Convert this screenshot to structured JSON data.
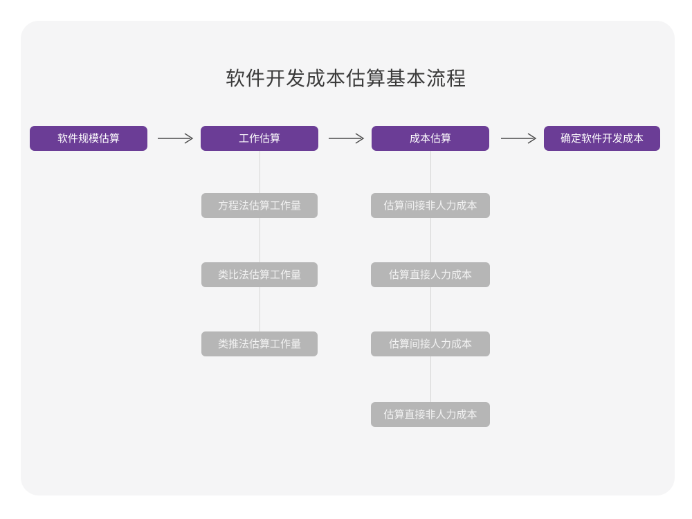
{
  "title": "软件开发成本估算基本流程",
  "colors": {
    "page_background": "#ffffff",
    "panel_background": "#f5f5f6",
    "primary_node": "#6b3d96",
    "primary_node_text": "#ffffff",
    "secondary_node": "#b6b6b6",
    "secondary_node_text": "#f2f2f2",
    "title_text": "#3b3b3b",
    "arrow": "#4a4a4a",
    "connector": "#d6d6d6"
  },
  "chart_data": {
    "type": "diagram",
    "title": "软件开发成本估算基本流程",
    "orientation": "left-to-right main flow with vertical sub-steps",
    "stages": [
      {
        "id": "stage-1",
        "label": "软件规模估算",
        "level": "primary",
        "substeps": []
      },
      {
        "id": "stage-2",
        "label": "工作估算",
        "level": "primary",
        "substeps": [
          {
            "id": "stage-2-sub-1",
            "label": "方程法估算工作量",
            "level": "secondary"
          },
          {
            "id": "stage-2-sub-2",
            "label": "类比法估算工作量",
            "level": "secondary"
          },
          {
            "id": "stage-2-sub-3",
            "label": "类推法估算工作量",
            "level": "secondary"
          }
        ]
      },
      {
        "id": "stage-3",
        "label": "成本估算",
        "level": "primary",
        "substeps": [
          {
            "id": "stage-3-sub-1",
            "label": "估算间接非人力成本",
            "level": "secondary"
          },
          {
            "id": "stage-3-sub-2",
            "label": "估算直接人力成本",
            "level": "secondary"
          },
          {
            "id": "stage-3-sub-3",
            "label": "估算间接人力成本",
            "level": "secondary"
          },
          {
            "id": "stage-3-sub-4",
            "label": "估算直接非人力成本",
            "level": "secondary"
          }
        ]
      },
      {
        "id": "stage-4",
        "label": "确定软件开发成本",
        "level": "primary",
        "substeps": []
      }
    ],
    "arrows": [
      {
        "id": "arrow-1",
        "from": "stage-1",
        "to": "stage-2",
        "glyph": "right-arrow-icon"
      },
      {
        "id": "arrow-2",
        "from": "stage-2",
        "to": "stage-3",
        "glyph": "right-arrow-icon"
      },
      {
        "id": "arrow-3",
        "from": "stage-3",
        "to": "stage-4",
        "glyph": "right-arrow-icon"
      }
    ]
  },
  "nodes": {
    "stage1": "软件规模估算",
    "stage2": "工作估算",
    "stage3": "成本估算",
    "stage4": "确定软件开发成本",
    "c1r1": "方程法估算工作量",
    "c1r2": "类比法估算工作量",
    "c1r3": "类推法估算工作量",
    "c2r1": "估算间接非人力成本",
    "c2r2": "估算直接人力成本",
    "c2r3": "估算间接人力成本",
    "c2r4": "估算直接非人力成本"
  }
}
